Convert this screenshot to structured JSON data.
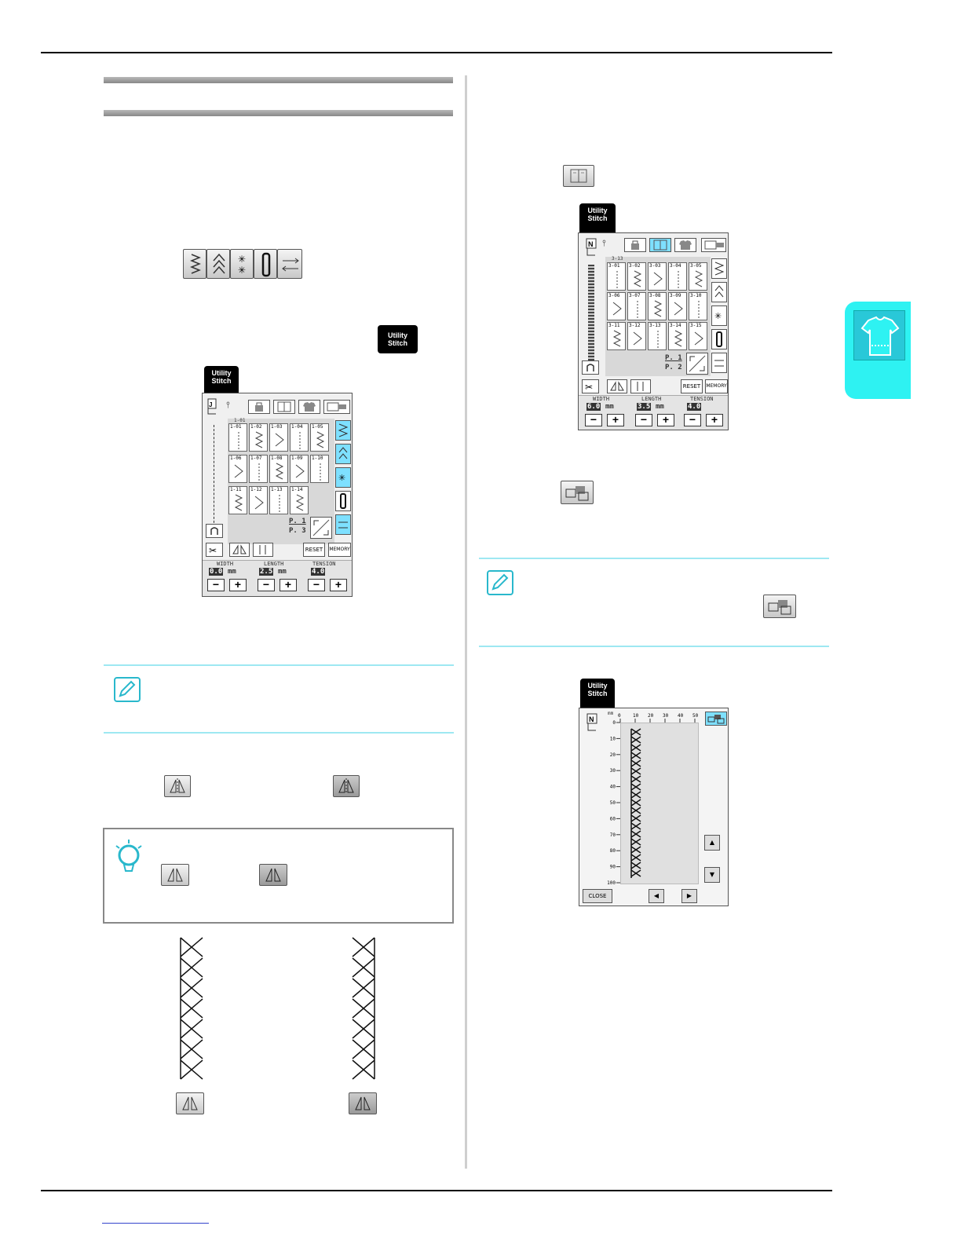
{
  "buttons": {
    "utility_stitch_line1": "Utility",
    "utility_stitch_line2": "Stitch",
    "reset": "RESET",
    "memory": "MEMORY",
    "close": "CLOSE"
  },
  "screen1": {
    "stitch_ids": [
      "1-01",
      "1-02",
      "1-03",
      "1-04",
      "1-05",
      "1-06",
      "1-07",
      "1-08",
      "1-09",
      "1-10",
      "1-11",
      "1-12",
      "1-13",
      "1-14"
    ],
    "selected": "1-01",
    "page_current": "P. 1",
    "page_total": "P. 3",
    "width_label": "WIDTH",
    "width_value": "0.0",
    "length_label": "LENGTH",
    "length_value": "2.5",
    "tension_label": "TENSION",
    "tension_value": "4.0",
    "unit": "mm"
  },
  "screen2": {
    "stitch_ids": [
      "3-01",
      "3-02",
      "3-03",
      "3-04",
      "3-05",
      "3-06",
      "3-07",
      "3-08",
      "3-09",
      "3-10",
      "3-11",
      "3-12",
      "3-13",
      "3-14",
      "3-15"
    ],
    "selected": "3-13",
    "page_current": "P. 1",
    "page_total": "P. 2",
    "width_label": "WIDTH",
    "width_value": "6.0",
    "length_label": "LENGTH",
    "length_value": "3.5",
    "tension_label": "TENSION",
    "tension_value": "4.0",
    "unit": "mm"
  },
  "screen3": {
    "unit_label": "mm",
    "x_ticks": [
      "0",
      "10",
      "20",
      "30",
      "40",
      "50"
    ],
    "y_ticks": [
      "0",
      "10",
      "20",
      "30",
      "40",
      "50",
      "60",
      "70",
      "80",
      "90",
      "100"
    ]
  },
  "icons": [
    "memo-icon",
    "tip-icon",
    "shirt-icon",
    "mirror-icon",
    "image-preview-icon",
    "stitch-book-icon"
  ]
}
